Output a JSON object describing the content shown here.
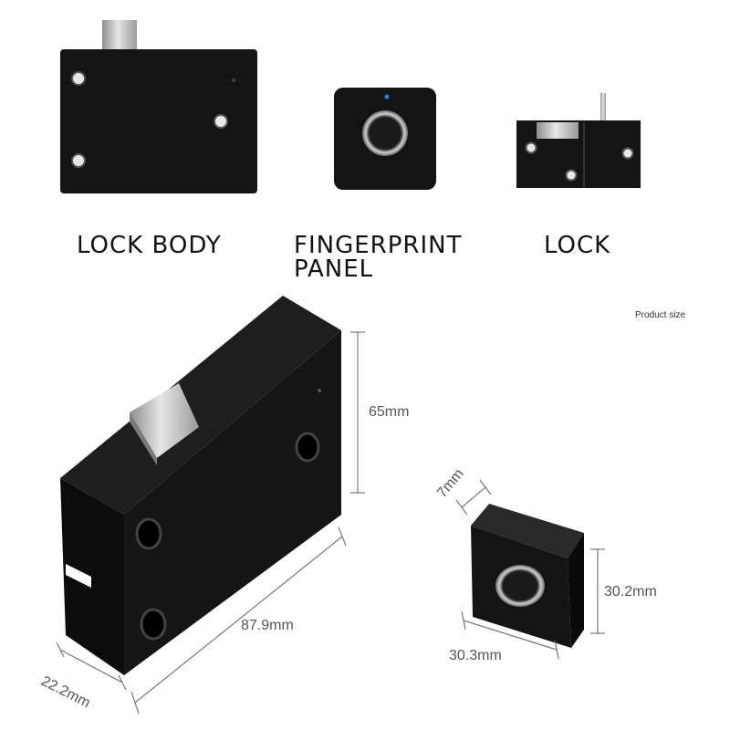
{
  "captions": {
    "lock_body": "LOCK BODY",
    "fingerprint_panel": "FINGERPRINT\nPANEL",
    "lock": "LOCK"
  },
  "product_size_label": "Product size",
  "dimensions": {
    "height": "65mm",
    "length": "87.9mm",
    "depth": "22.2mm",
    "panel_thickness": "7mm",
    "panel_height": "30.2mm",
    "panel_width": "30.3mm"
  },
  "colors": {
    "device": "#141414",
    "metal": "#c9c9c9",
    "dimension_line": "#777777"
  }
}
